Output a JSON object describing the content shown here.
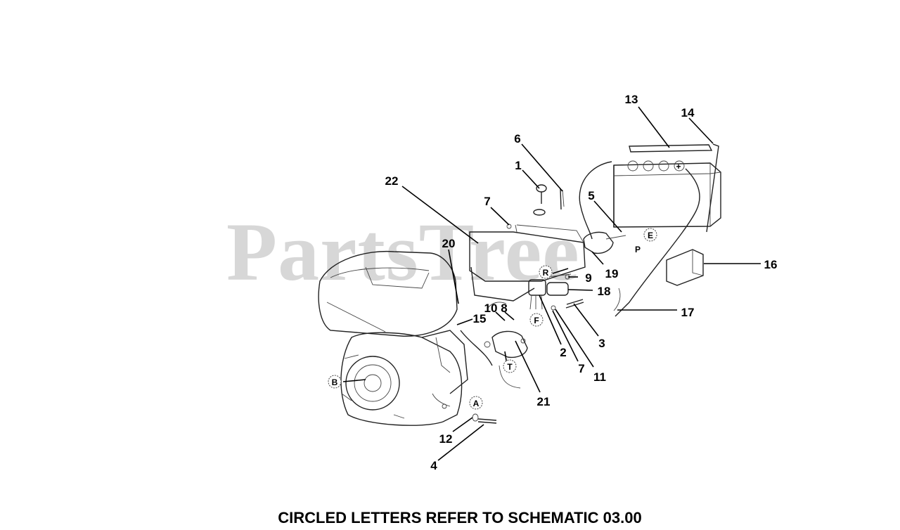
{
  "watermark": "PartsTree",
  "footer_note": "CIRCLED LETTERS REFER TO SCHEMATIC 03.00",
  "callouts": [
    "1",
    "2",
    "3",
    "4",
    "5",
    "6",
    "7",
    "7",
    "8",
    "9",
    "10",
    "11",
    "12",
    "13",
    "14",
    "15",
    "16",
    "17",
    "18",
    "19",
    "20",
    "21",
    "22"
  ],
  "circled_letters": [
    "A",
    "B",
    "E",
    "F",
    "P",
    "R",
    "T"
  ]
}
